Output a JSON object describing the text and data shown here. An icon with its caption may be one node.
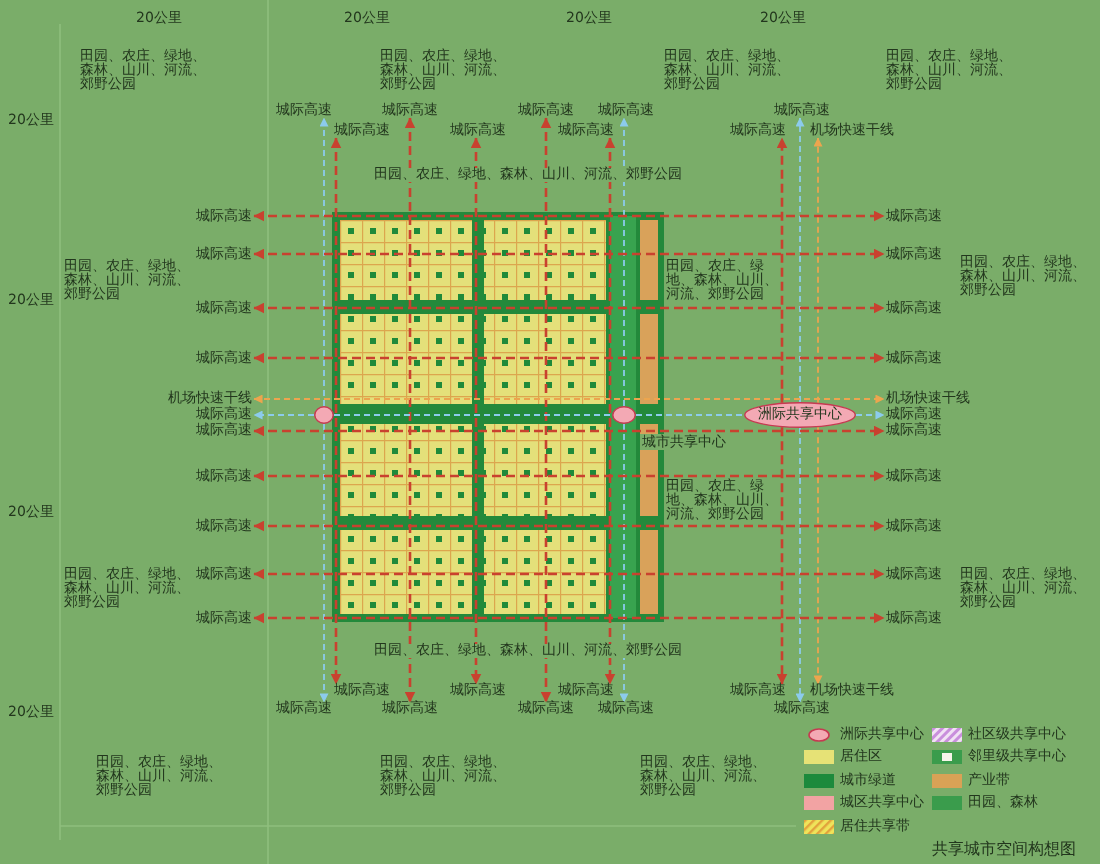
{
  "diagram": {
    "caption": "共享城市空间构想图",
    "nodes": [
      {
        "text": [
          "城际高速"
        ]
      },
      {
        "text": [
          "城际高速"
        ]
      },
      {
        "text": [
          "城际高速"
        ]
      },
      {
        "text": [
          "城际高速"
        ]
      },
      {
        "text": [
          "城际高速"
        ]
      },
      {
        "text": [
          "城际高速"
        ]
      },
      {
        "text": [
          "城际高速"
        ]
      },
      {
        "text": [
          "城际高速"
        ]
      },
      {
        "text": [
          "城际高速"
        ]
      },
      {
        "text": [
          "机场快速干线"
        ]
      },
      {
        "text": [
          "城际高速"
        ]
      },
      {
        "text": [
          "城际高速"
        ]
      },
      {
        "text": [
          "城际高速"
        ]
      },
      {
        "text": [
          "城际高速"
        ]
      },
      {
        "text": [
          "城际高速"
        ]
      },
      {
        "text": [
          "城际高速"
        ]
      },
      {
        "text": [
          "城际高速"
        ]
      },
      {
        "text": [
          "城际高速"
        ]
      },
      {
        "text": [
          "机场快速干线"
        ]
      },
      {
        "text": [
          "机场快速干线"
        ]
      },
      {
        "text": [
          "城际高速"
        ]
      },
      {
        "text": [],
        "shape": "circle"
      },
      {
        "text": [],
        "shape": "circle",
        "beside": [
          "城市共享中心"
        ]
      },
      {
        "text": [
          "洲际共享中心"
        ]
      },
      {
        "text": [
          "城际高速"
        ]
      },
      {
        "text": [
          "城际高速"
        ]
      },
      {
        "text": [
          "城际高速"
        ]
      },
      {
        "text": [
          "城际高速"
        ]
      },
      {
        "text": [
          "城际高速"
        ]
      },
      {
        "text": [
          "城际高速"
        ]
      },
      {
        "text": [
          "城际高速"
        ]
      },
      {
        "text": [
          "城际高速"
        ]
      },
      {
        "text": [
          "城际高速"
        ]
      },
      {
        "text": [
          "城际高速"
        ]
      },
      {
        "text": [
          "城际高速"
        ]
      },
      {
        "text": [
          "城际高速"
        ]
      },
      {
        "text": [
          "城际高速"
        ]
      },
      {
        "text": [
          "城际高速"
        ]
      },
      {
        "text": [
          "城际高速"
        ]
      },
      {
        "text": [
          "城际高速"
        ]
      },
      {
        "text": [
          "城际高速"
        ]
      },
      {
        "text": [
          "城际高速"
        ]
      },
      {
        "text": [
          "城际高速"
        ]
      },
      {
        "text": [
          "城际高速"
        ]
      },
      {
        "text": [
          "机场快速干线"
        ]
      }
    ],
    "edges": [
      {
        "from": 21,
        "to": 0,
        "arrow": "to",
        "style": "dashed",
        "color": "#8ccbec"
      },
      {
        "from": 21,
        "to": 35,
        "arrow": "to",
        "style": "dashed",
        "color": "#8ccbec"
      },
      {
        "from": 1,
        "to": 36,
        "arrow": "both",
        "style": "dashed"
      },
      {
        "from": 2,
        "to": 37,
        "arrow": "both",
        "style": "dashed"
      },
      {
        "from": 3,
        "to": 38,
        "arrow": "both",
        "style": "dashed"
      },
      {
        "from": 4,
        "to": 39,
        "arrow": "both",
        "style": "dashed"
      },
      {
        "from": 5,
        "to": 40,
        "arrow": "both",
        "style": "dashed"
      },
      {
        "from": 22,
        "to": 6,
        "arrow": "to",
        "style": "dashed",
        "color": "#8ccbec"
      },
      {
        "from": 22,
        "to": 41,
        "arrow": "to",
        "style": "dashed",
        "color": "#8ccbec"
      },
      {
        "from": 23,
        "to": 7,
        "arrow": "to",
        "style": "dashed"
      },
      {
        "from": 23,
        "to": 42,
        "arrow": "to",
        "style": "dashed"
      },
      {
        "from": 23,
        "to": 8,
        "arrow": "to",
        "style": "dashed",
        "color": "#8ccbec"
      },
      {
        "from": 23,
        "to": 43,
        "arrow": "to",
        "style": "dashed",
        "color": "#8ccbec"
      },
      {
        "from": 23,
        "to": 9,
        "arrow": "to",
        "style": "dashed",
        "color": "#eca54e"
      },
      {
        "from": 23,
        "to": 44,
        "arrow": "to",
        "style": "dashed",
        "color": "#eca54e"
      },
      {
        "from": 10,
        "to": 11,
        "arrow": "both",
        "style": "dashed"
      },
      {
        "from": 12,
        "to": 13,
        "arrow": "both",
        "style": "dashed"
      },
      {
        "from": 14,
        "to": 15,
        "arrow": "both",
        "style": "dashed"
      },
      {
        "from": 16,
        "to": 17,
        "arrow": "both",
        "style": "dashed"
      },
      {
        "from": 18,
        "to": 19,
        "arrow": "both",
        "style": "dashed",
        "color": "#eca54e"
      },
      {
        "from": 21,
        "to": 20,
        "arrow": "to",
        "style": "dashed",
        "color": "#8ccbec"
      },
      {
        "from": 21,
        "to": 22,
        "arrow": "none",
        "style": "dashed",
        "color": "#8ccbec"
      },
      {
        "from": 22,
        "to": 23,
        "arrow": "none",
        "style": "dashed",
        "color": "#8ccbec"
      },
      {
        "from": 23,
        "to": 24,
        "arrow": "to",
        "style": "dashed",
        "color": "#8ccbec"
      },
      {
        "from": 25,
        "to": 26,
        "arrow": "both",
        "style": "dashed"
      },
      {
        "from": 27,
        "to": 28,
        "arrow": "both",
        "style": "dashed"
      },
      {
        "from": 29,
        "to": 30,
        "arrow": "both",
        "style": "dashed"
      },
      {
        "from": 31,
        "to": 32,
        "arrow": "both",
        "style": "dashed"
      },
      {
        "from": 33,
        "to": 34,
        "arrow": "both",
        "style": "dashed"
      }
    ],
    "labels": [
      "20公里",
      "20公里",
      "20公里",
      "20公里",
      "田园、农庄、绿地、森林、山川、河流、郊野公园",
      "田园、农庄、绿地、森林、山川、河流、郊野公园",
      "田园、农庄、绿地、森林、山川、河流、郊野公园",
      "田园、农庄、绿地、森林、山川、河流、郊野公园",
      "20公里",
      "田园、农庄、绿地、森林、山川、河流、郊野公园",
      "田园、农庄、绿地、森林、山川、河流、郊野公园",
      "田园、农庄、绿地、森林、山川、河流、郊野公园",
      "田园、农庄、绿地、森林、山川、河流、郊野公园",
      "20公里",
      "田园、农庄、绿地、森林、山川、河流、郊野公园",
      "20公里",
      "田园、农庄、绿地、森林、山川、河流、郊野公园",
      "田园、农庄、绿地、森林、山川、河流、郊野公园",
      "田园、农庄、绿地、森林、山川、河流、郊野公园",
      "20公里",
      "田园、农庄、绿地、森林、山川、河流、郊野公园",
      "田园、农庄、绿地、森林、山川、河流、郊野公园",
      "田园、农庄、绿地、森林、山川、河流、郊野公园"
    ],
    "legend": [
      {
        "text": "洲际共享中心"
      },
      {
        "text": "社区级共享中心"
      },
      {
        "text": "居住区",
        "color": "#e6e276"
      },
      {
        "text": "邻里级共享中心"
      },
      {
        "text": "城市绿道",
        "color": "#1c8a3c"
      },
      {
        "text": "产业带",
        "color": "#d9a256"
      },
      {
        "text": "城区共享中心",
        "color": "#f2a3a3"
      },
      {
        "text": "田园、森林",
        "color": "#3a9c4c"
      },
      {
        "text": "居住共享带"
      }
    ]
  }
}
